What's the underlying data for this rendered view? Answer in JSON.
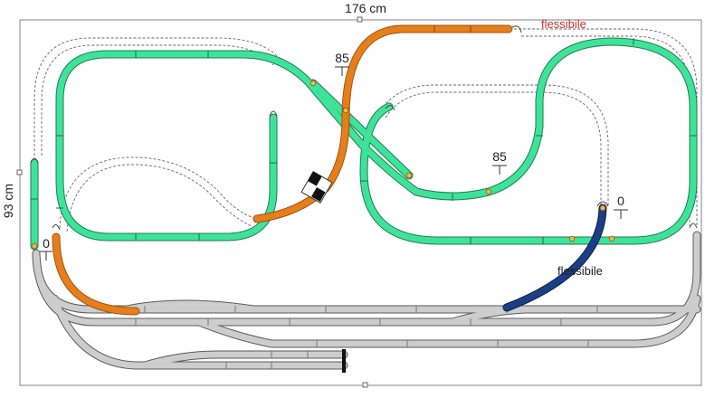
{
  "dimensions": {
    "width_label": "176 cm",
    "height_label": "93 cm"
  },
  "notes": {
    "flex_top": "flessibile",
    "flex_bottom": "flessibile"
  },
  "elevations": {
    "e85_left": "85",
    "e85_right": "85",
    "e0_left": "0",
    "e0_right": "0"
  },
  "colors": {
    "green_track": "#3ee39a",
    "orange_track": "#e57e1c",
    "blue_track": "#1c3e86",
    "gray_track": "#c8c8c8",
    "frame": "#999999",
    "flex_top_text": "#c43030",
    "flex_bottom_text": "#1a1a1a"
  }
}
